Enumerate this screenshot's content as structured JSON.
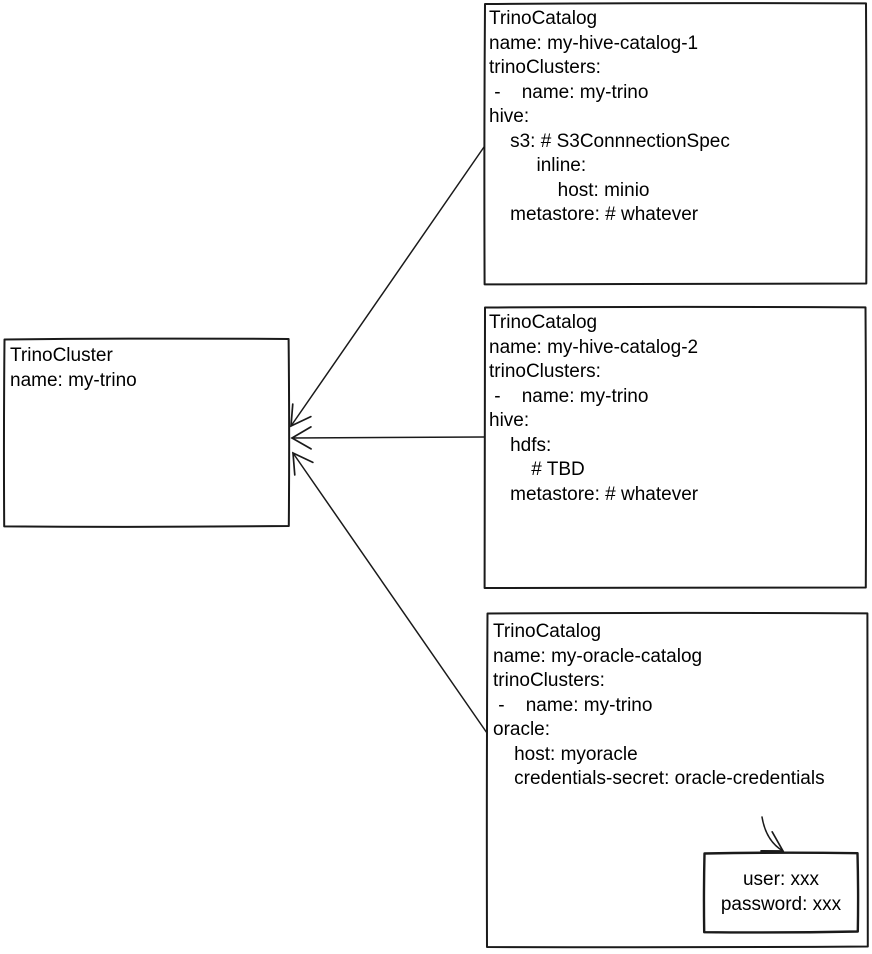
{
  "diagram": {
    "kind": "hand-drawn relationship diagram",
    "colors": {
      "stroke": "#1a1a1a",
      "text": "#000000",
      "background": "#ffffff"
    },
    "boxes": {
      "cluster": {
        "title": "TrinoCluster",
        "text": "TrinoCluster\nname: my-trino"
      },
      "catalog1": {
        "title": "TrinoCatalog",
        "text": "TrinoCatalog\nname: my-hive-catalog-1\ntrinoClusters:\n -    name: my-trino\nhive:\n    s3: # S3ConnnectionSpec\n         inline:\n             host: minio\n    metastore: # whatever"
      },
      "catalog2": {
        "title": "TrinoCatalog",
        "text": "TrinoCatalog\nname: my-hive-catalog-2\ntrinoClusters:\n -    name: my-trino\nhive:\n    hdfs:\n        # TBD\n    metastore: # whatever"
      },
      "catalog3": {
        "title": "TrinoCatalog",
        "text": "TrinoCatalog\nname: my-oracle-catalog\ntrinoClusters:\n -    name: my-trino\noracle:\n    host: myoracle\n    credentials-secret: oracle-credentials"
      },
      "secret": {
        "text": "user: xxx\npassword: xxx"
      }
    },
    "edges": [
      {
        "from": "trino-catalog-1",
        "to": "trino-cluster",
        "arrowhead": "open-v"
      },
      {
        "from": "trino-catalog-2",
        "to": "trino-cluster",
        "arrowhead": "open-v"
      },
      {
        "from": "trino-catalog-3",
        "to": "trino-cluster",
        "arrowhead": "open-v"
      },
      {
        "from": "credentials-secret-reference",
        "to": "credentials-secret-box",
        "arrowhead": "open-v"
      }
    ]
  }
}
